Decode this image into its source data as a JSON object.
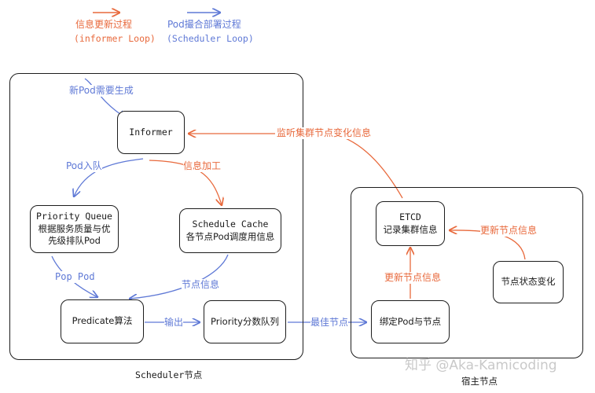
{
  "legend": {
    "informer_line1": "信息更新过程",
    "informer_line2": "(informer Loop)",
    "scheduler_line1": "Pod撮合部署过程",
    "scheduler_line2": "(Scheduler Loop)",
    "informer_color": "#e8693c",
    "scheduler_color": "#5f79d6"
  },
  "containers": {
    "scheduler_label": "Scheduler节点",
    "host_label": "宿主节点"
  },
  "nodes": {
    "informer": "Informer",
    "priority_queue_line1": "Priority Queue",
    "priority_queue_line2": "根据服务质量与优",
    "priority_queue_line3": "先级排队Pod",
    "schedule_cache_line1": "Schedule Cache",
    "schedule_cache_line2": "各节点Pod调度用信息",
    "predicate": "Predicate算法",
    "priority": "Priority分数队列",
    "etcd_line1": "ETCD",
    "etcd_line2": "记录集群信息",
    "bind": "绑定Pod与节点",
    "node_change": "节点状态变化"
  },
  "edges": {
    "new_pod": "新Pod需要生成",
    "pod_enqueue": "Pod入队",
    "info_process": "信息加工",
    "watch_cluster": "监听集群节点变化信息",
    "pop_pod": "Pop Pod",
    "node_info": "节点信息",
    "output": "输出",
    "best_node": "最佳节点",
    "update_node_info_1": "更新节点信息",
    "update_node_info_2": "更新节点信息"
  },
  "watermark": "知乎 @Aka-Kamicoding"
}
